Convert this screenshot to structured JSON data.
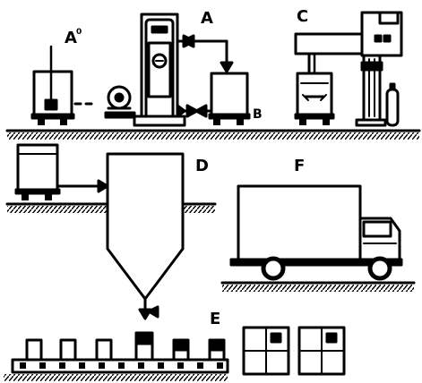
{
  "labels": {
    "a_prime": "A",
    "a_prime_mark": "0",
    "a": "A",
    "b": "B",
    "c": "C",
    "d": "D",
    "e": "E",
    "f": "F"
  },
  "colors": {
    "ink": "#000000",
    "paper": "#ffffff"
  },
  "icons": {
    "valve": "bow-tie-valve-icon",
    "arrow": "arrowhead-icon",
    "pump": "centrifugal-pump-icon",
    "motor": "motor-icon"
  }
}
